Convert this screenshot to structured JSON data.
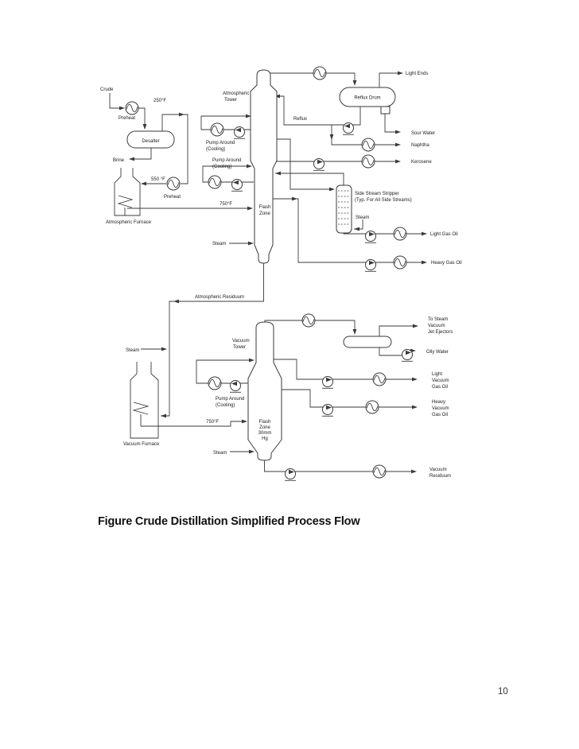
{
  "page": {
    "caption": "Figure Crude Distillation Simplified Process Flow",
    "number": "10"
  },
  "colors": {
    "line": "#3a3a3a",
    "text": "#1a1a1a",
    "background": "#ffffff"
  },
  "diagram": {
    "labels": {
      "crude": "Crude",
      "temp_250": "250°F",
      "preheat_1": "Preheat",
      "desalter": "Desalter",
      "brine": "Brine",
      "temp_550": "550 °F",
      "preheat_2": "Preheat",
      "atm_furnace": "Atmospheric Furnace",
      "temp_750_atm": "750°F",
      "atm_tower_1": "Atmospheric",
      "atm_tower_2": "Tower",
      "pa1_1": "Pump Around",
      "pa1_2": "(Cooling)",
      "pa2_1": "Pump Around",
      "pa2_2": "(Cooling)",
      "flash_zone_atm_1": "Flash",
      "flash_zone_atm_2": "Zone",
      "steam_atm": "Steam",
      "atm_residuum": "Atmospheric Residuum",
      "reflux": "Reflux",
      "reflux_drum": "Reflux Drum",
      "light_ends": "Light Ends",
      "sour_water": "Sour Water",
      "naphtha": "Naphtha",
      "kerosene": "Kerosene",
      "stripper_1": "Side Stream Stripper",
      "stripper_2": "(Typ. For All Side Streams)",
      "steam_stripper": "Steam",
      "light_gas_oil": "Light Gas Oil",
      "heavy_gas_oil": "Heavy Gas Oil",
      "steam_vac_feed": "Steam",
      "vac_tower_1": "Vacuum",
      "vac_tower_2": "Tower",
      "pa3_1": "Pump Around",
      "pa3_2": "(Cooling)",
      "temp_750_vac": "750°F",
      "flash_zone_vac_1": "Flash",
      "flash_zone_vac_2": "Zone",
      "flash_zone_vac_3": "30mm",
      "flash_zone_vac_4": "Hg",
      "vac_furnace": "Vacuum Furnace",
      "steam_vac_tower": "Steam",
      "ejectors_1": "To Steam",
      "ejectors_2": "Vacuum",
      "ejectors_3": "Jet Ejectors",
      "oily_water": "Oily Water",
      "lvgo_1": "Light",
      "lvgo_2": "Vacuum",
      "lvgo_3": "Gas Oil",
      "hvgo_1": "Heavy",
      "hvgo_2": "Vacuum",
      "hvgo_3": "Gas Oil",
      "vac_resid_1": "Vacuum",
      "vac_resid_2": "Residuum"
    }
  }
}
